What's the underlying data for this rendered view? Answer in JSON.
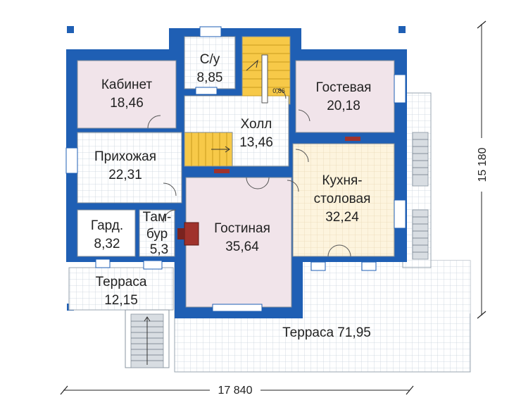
{
  "colors": {
    "wall": "#1f5fb4",
    "wall_light": "#a9c8ee",
    "tile": "#ffffff",
    "grid": "#c9d3dc",
    "pink": "#f1e4ea",
    "cream": "#fdf4de",
    "stair": "#f7c948",
    "fireplace": "#a0322c"
  },
  "rooms": {
    "kabinet": {
      "name": "Кабинет",
      "area": "18,46"
    },
    "su": {
      "name": "С/у",
      "area": "8,85"
    },
    "gostevaya": {
      "name": "Гостевая",
      "area": "20,18"
    },
    "holl": {
      "name": "Холл",
      "area": "13,46"
    },
    "prihozhaya": {
      "name": "Прихожая",
      "area": "22,31"
    },
    "kuhnya_1": {
      "name": "Кухня-"
    },
    "kuhnya_2": {
      "name": "столовая",
      "area": "32,24"
    },
    "gard": {
      "name": "Гард.",
      "area": "8,32"
    },
    "tambur_1": {
      "name": "Там-"
    },
    "tambur_2": {
      "name": "бур",
      "area": "5,3"
    },
    "gostinaya": {
      "name": "Гостиная",
      "area": "35,64"
    },
    "terrasa_small": {
      "name": "Терраса",
      "area": "12,15"
    },
    "terrasa_big": {
      "name": "Терраса 71,95"
    }
  },
  "stair_mark": "0,86",
  "dimensions": {
    "width": "17 840",
    "height": "15 180"
  }
}
